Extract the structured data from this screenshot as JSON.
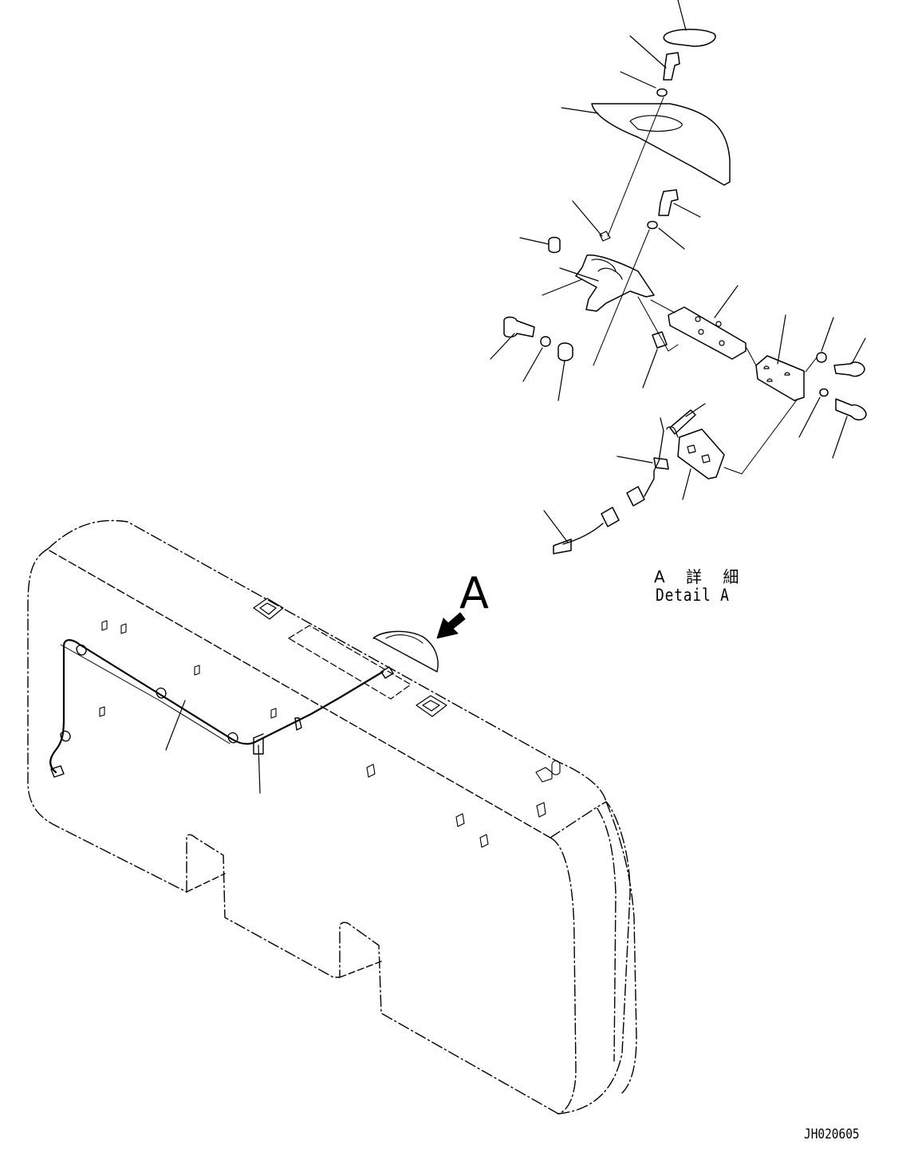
{
  "callout": {
    "view_marker": "A"
  },
  "detail": {
    "title_jp": "A 詳 細",
    "title_en": "Detail A"
  },
  "drawing": {
    "id": "JH020605"
  }
}
